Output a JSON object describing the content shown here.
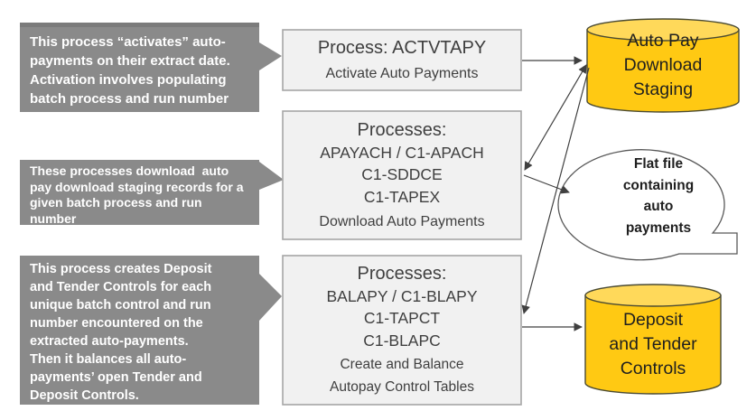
{
  "colors": {
    "callout_bg": "#8a8a8a",
    "rule_color": "#7b7b7b",
    "box_bg": "#f1f1f1",
    "box_border": "#a6a6a6",
    "box_text": "#3f3f3f",
    "cylinder_fill": "#ffc913",
    "cylinder_top": "#ffd95a",
    "shape_outline": "#4a4a32",
    "flat_outline": "#595959",
    "arrow_color": "#404040"
  },
  "callouts": [
    {
      "lines": [
        "This process “activates” auto-",
        "payments on their extract date.",
        "Activation involves populating",
        "batch process and run number"
      ]
    },
    {
      "lines": [
        "These processes download  auto",
        "pay download staging records for a",
        "given batch process and run",
        "number"
      ]
    },
    {
      "lines": [
        "This process creates Deposit",
        "and Tender Controls for each",
        "unique batch control and run",
        "number encountered on the",
        "extracted auto-payments.",
        "Then it balances all auto-",
        "payments’ open Tender and",
        "Deposit Controls."
      ]
    }
  ],
  "process_boxes": [
    {
      "title": "Process: ACTVTAPY",
      "codes": [],
      "subtitle_lines": [
        "Activate Auto Payments"
      ]
    },
    {
      "title": "Processes:",
      "codes": [
        "APAYACH / C1-APACH",
        "C1-SDDCE",
        "C1-TAPEX"
      ],
      "subtitle_lines": [
        "Download Auto Payments"
      ]
    },
    {
      "title": "Processes:",
      "codes": [
        "BALAPY / C1-BLAPY",
        "C1-TAPCT",
        "C1-BLAPC"
      ],
      "subtitle_lines": [
        "Create and Balance",
        "Autopay Control Tables"
      ]
    }
  ],
  "datastores": [
    {
      "lines": [
        "Auto Pay",
        "Download",
        "Staging"
      ]
    },
    {
      "lines": [
        "Deposit",
        "and Tender",
        "Controls"
      ]
    }
  ],
  "flat_file": {
    "lines": [
      "Flat file",
      "containing",
      "auto",
      "payments"
    ]
  }
}
